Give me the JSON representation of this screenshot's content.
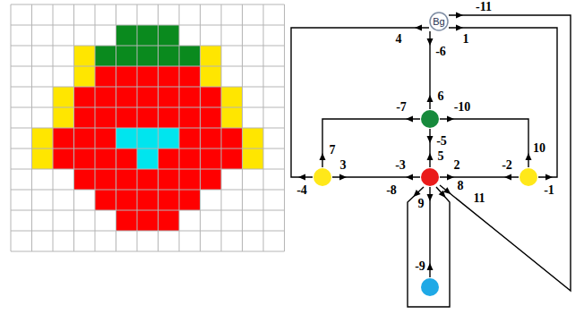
{
  "diagram": {
    "nodes": [
      {
        "text": [
          "Bg"
        ]
      },
      {
        "text": []
      },
      {
        "text": []
      },
      {
        "text": []
      },
      {
        "text": []
      },
      {
        "text": []
      }
    ],
    "edges": [
      {
        "from": 0,
        "to": 2,
        "arrow": "both"
      },
      {
        "from": 0,
        "to": 4,
        "arrow": "both"
      },
      {
        "from": 0,
        "to": 3,
        "arrow": "both"
      },
      {
        "from": 0,
        "to": 1,
        "arrow": "both"
      },
      {
        "from": 1,
        "to": 3,
        "arrow": "both"
      },
      {
        "from": 1,
        "to": 2,
        "arrow": "both"
      },
      {
        "from": 1,
        "to": 4,
        "arrow": "both"
      },
      {
        "from": 3,
        "to": 2,
        "arrow": "both"
      },
      {
        "from": 3,
        "to": 4,
        "arrow": "both"
      },
      {
        "from": 3,
        "to": 3,
        "arrow": "both"
      },
      {
        "from": 3,
        "to": 5,
        "arrow": "both"
      }
    ],
    "labels": [
      "-11",
      "4",
      "1",
      "-6",
      "6",
      "-7",
      "-10",
      "-5",
      "7",
      "10",
      "5",
      "3",
      "-3",
      "2",
      "-2",
      "-4",
      "-8",
      "8",
      "-1",
      "9",
      "11",
      "-9"
    ]
  }
}
